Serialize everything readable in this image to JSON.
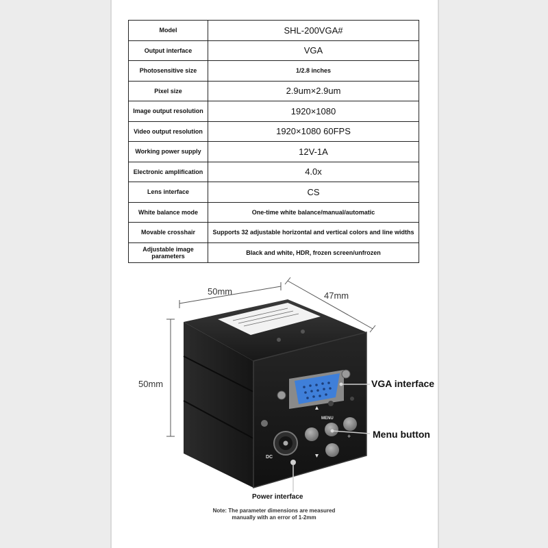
{
  "spec_rows": [
    {
      "label": "Model",
      "value": "SHL-200VGA#",
      "small": false
    },
    {
      "label": "Output interface",
      "value": "VGA",
      "small": false
    },
    {
      "label": "Photosensitive size",
      "value": "1/2.8 inches",
      "small": true
    },
    {
      "label": "Pixel size",
      "value": "2.9um×2.9um",
      "small": false
    },
    {
      "label": "Image output resolution",
      "value": "1920×1080",
      "small": false
    },
    {
      "label": "Video output resolution",
      "value": "1920×1080 60FPS",
      "small": false
    },
    {
      "label": "Working power supply",
      "value": "12V-1A",
      "small": false
    },
    {
      "label": "Electronic amplification",
      "value": "4.0x",
      "small": false
    },
    {
      "label": "Lens interface",
      "value": "CS",
      "small": false
    },
    {
      "label": "White balance mode",
      "value": "One-time white balance/manual/automatic",
      "small": true
    },
    {
      "label": "Movable crosshair",
      "value": "Supports 32 adjustable horizontal and vertical colors and line widths",
      "small": true
    },
    {
      "label": "Adjustable image parameters",
      "value": "Black and white, HDR, frozen screen/unfrozen",
      "small": true
    }
  ],
  "dimensions": {
    "width": "50mm",
    "depth": "47mm",
    "height": "50mm"
  },
  "callouts": {
    "vga": "VGA interface",
    "menu": "Menu button",
    "power": "Power interface"
  },
  "device_labels": {
    "menu": "MENU",
    "dc": "DC"
  },
  "note": "Note: The parameter dimensions are measured manually with an error of 1-2mm",
  "colors": {
    "vga_port": "#3f7fd9",
    "device_body": "#1c1c1c",
    "callout_dot": "#d9d9d9"
  }
}
